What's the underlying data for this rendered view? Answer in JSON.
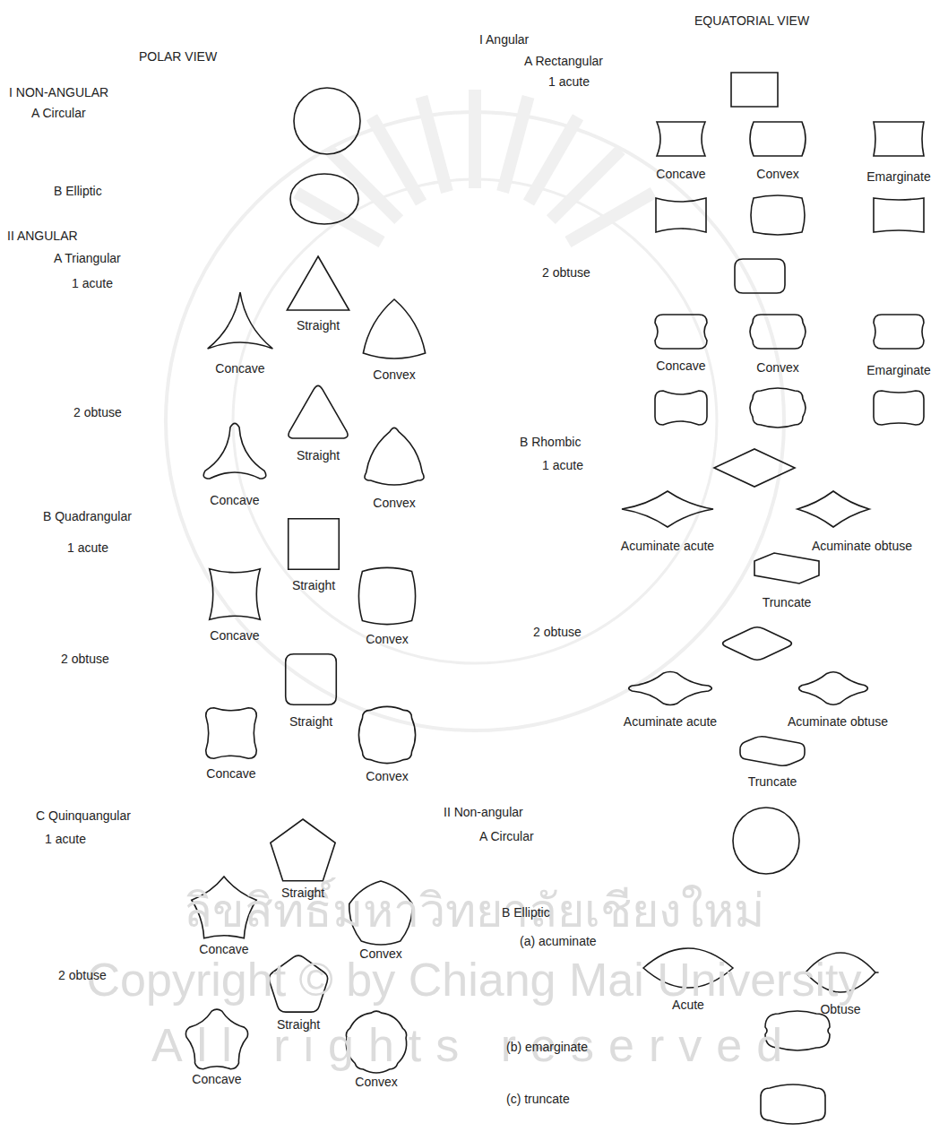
{
  "diagram": {
    "labels": [
      "POLAR VIEW",
      "I NON-ANGULAR",
      "A Circular",
      "B Elliptic",
      "II ANGULAR",
      "A Triangular",
      "1 acute",
      "Straight",
      "Concave",
      "Convex",
      "2 obtuse",
      "Straight",
      "Concave",
      "Convex",
      "B Quadrangular",
      "1 acute",
      "Straight",
      "Concave",
      "Convex",
      "2 obtuse",
      "Straight",
      "Concave",
      "Convex",
      "C Quinquangular",
      "1 acute",
      "Straight",
      "Concave",
      "Convex",
      "2 obtuse",
      "Straight",
      "Concave",
      "Convex",
      "EQUATORIAL VIEW",
      "I Angular",
      "A Rectangular",
      "1 acute",
      "Concave",
      "Convex",
      "Emarginate",
      "2 obtuse",
      "Concave",
      "Convex",
      "Emarginate",
      "B Rhombic",
      "1 acute",
      "Acuminate acute",
      "Acuminate obtuse",
      "Truncate",
      "2 obtuse",
      "Acuminate acute",
      "Acuminate obtuse",
      "Truncate",
      "II Non-angular",
      "A Circular",
      "B Elliptic",
      "(a) acuminate",
      "Acute",
      "Obtuse",
      "(b) emarginate",
      "(c) truncate",
      "ลิขสิทธิ์มหาวิทยาลัยเชียงใหม่",
      "Copyright © by Chiang Mai University",
      "All rights reserved"
    ]
  }
}
